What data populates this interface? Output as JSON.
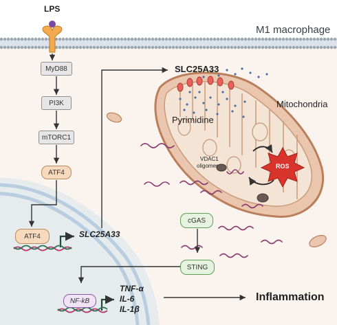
{
  "labels": {
    "lps": "LPS",
    "cell": "M1 macrophage",
    "slc_top": "SLC25A33",
    "mitochondria": "Mitochondria",
    "pyrimidine": "Pyrimidine",
    "ros": "ROS",
    "vdac1_line1": "VDAC1",
    "vdac1_line2": "oligomer",
    "slc_gene": "SLC25A33",
    "inflammation": "Inflammation"
  },
  "pathway": [
    "MyD88",
    "PI3K",
    "mTORC1",
    "ATF4"
  ],
  "atf4_nuclear": "ATF4",
  "cgas": "cGAS",
  "sting": "STING",
  "nfkb": "NF-kB",
  "cytokines": [
    "TNF-α",
    "IL-6",
    "IL-1β"
  ],
  "colors": {
    "membrane": "#9aa6b2",
    "mito_outer": "#c08a6a",
    "ros": "#d9342b",
    "dna": "#8a3b6f",
    "nucleus": "#d6e3ef"
  }
}
